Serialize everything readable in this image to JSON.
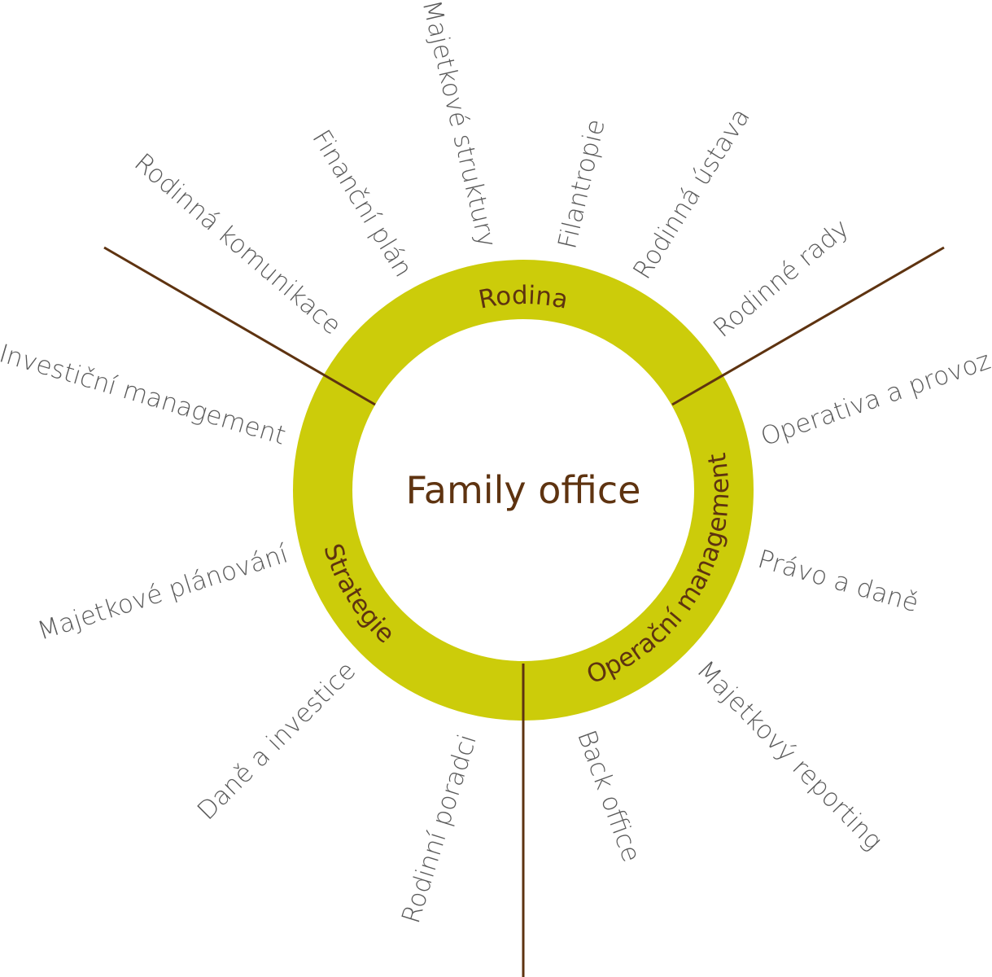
{
  "center_title": "Family office",
  "colors": {
    "ring": "#cccc0a",
    "accent": "#5e3310",
    "label": "#5a5a5a"
  },
  "sections": [
    {
      "label": "Rodina"
    },
    {
      "label": "Operační management"
    },
    {
      "label": "Strategie"
    }
  ],
  "items": [
    {
      "label": "Rodinná komunikace"
    },
    {
      "label": "Finanční plán"
    },
    {
      "label": "Majetkové struktury"
    },
    {
      "label": "Filantropie"
    },
    {
      "label": "Rodinná ústava"
    },
    {
      "label": "Rodinné rady"
    },
    {
      "label": "Operativa a provoz"
    },
    {
      "label": "Právo a daně"
    },
    {
      "label": "Majetkový reporting"
    },
    {
      "label": "Back office"
    },
    {
      "label": "Rodinní poradci"
    },
    {
      "label": "Daně a investice"
    },
    {
      "label": "Majetkové plánování"
    },
    {
      "label": "Investiční management"
    }
  ]
}
